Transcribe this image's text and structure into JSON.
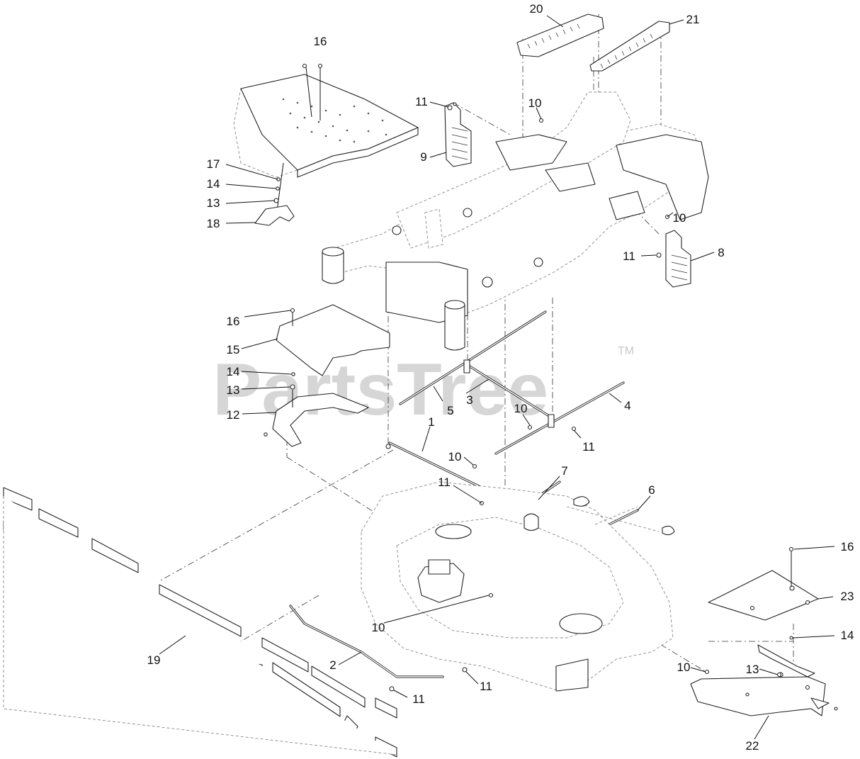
{
  "watermark": {
    "brand": "PartsTree",
    "trademark": "TM"
  },
  "callouts": [
    {
      "id": "c20",
      "label": "20"
    },
    {
      "id": "c21",
      "label": "21"
    },
    {
      "id": "c16a",
      "label": "16"
    },
    {
      "id": "c11a",
      "label": "11"
    },
    {
      "id": "c10a",
      "label": "10"
    },
    {
      "id": "c9",
      "label": "9"
    },
    {
      "id": "c17",
      "label": "17"
    },
    {
      "id": "c14a",
      "label": "14"
    },
    {
      "id": "c13a",
      "label": "13"
    },
    {
      "id": "c18",
      "label": "18"
    },
    {
      "id": "c10b",
      "label": "10"
    },
    {
      "id": "c11b",
      "label": "11"
    },
    {
      "id": "c8",
      "label": "8"
    },
    {
      "id": "c16b",
      "label": "16"
    },
    {
      "id": "c15",
      "label": "15"
    },
    {
      "id": "c14b",
      "label": "14"
    },
    {
      "id": "c13b",
      "label": "13"
    },
    {
      "id": "c12",
      "label": "12"
    },
    {
      "id": "c5",
      "label": "5"
    },
    {
      "id": "c3",
      "label": "3"
    },
    {
      "id": "c4",
      "label": "4"
    },
    {
      "id": "c10c",
      "label": "10"
    },
    {
      "id": "c11c",
      "label": "11"
    },
    {
      "id": "c1",
      "label": "1"
    },
    {
      "id": "c10d",
      "label": "10"
    },
    {
      "id": "c11d",
      "label": "11"
    },
    {
      "id": "c7",
      "label": "7"
    },
    {
      "id": "c6",
      "label": "6"
    },
    {
      "id": "c16c",
      "label": "16"
    },
    {
      "id": "c23",
      "label": "23"
    },
    {
      "id": "c14c",
      "label": "14"
    },
    {
      "id": "c10e",
      "label": "10"
    },
    {
      "id": "c19",
      "label": "19"
    },
    {
      "id": "c2",
      "label": "2"
    },
    {
      "id": "c11e",
      "label": "11"
    },
    {
      "id": "c11f",
      "label": "11"
    },
    {
      "id": "c10f",
      "label": "10"
    },
    {
      "id": "c13c",
      "label": "13"
    },
    {
      "id": "c22",
      "label": "22"
    }
  ]
}
